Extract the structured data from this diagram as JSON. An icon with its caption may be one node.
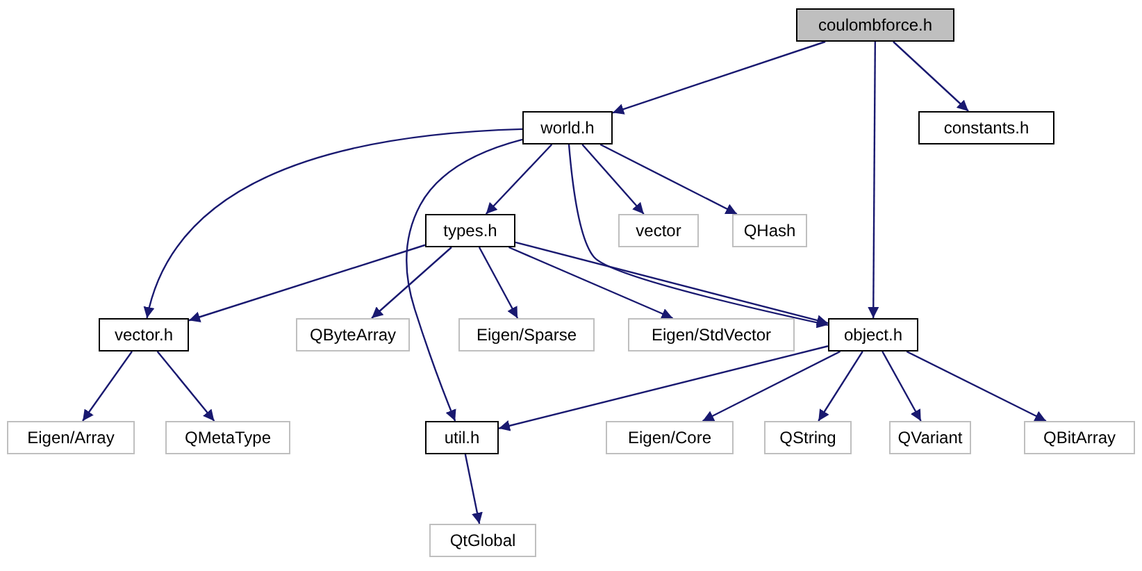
{
  "diagram": {
    "nodes": [
      {
        "text": [
          "coulombforce.h"
        ]
      },
      {
        "text": [
          "world.h"
        ]
      },
      {
        "text": [
          "constants.h"
        ]
      },
      {
        "text": [
          "types.h"
        ]
      },
      {
        "text": [
          "vector"
        ]
      },
      {
        "text": [
          "QHash"
        ]
      },
      {
        "text": [
          "vector.h"
        ]
      },
      {
        "text": [
          "QByteArray"
        ]
      },
      {
        "text": [
          "Eigen/Sparse"
        ]
      },
      {
        "text": [
          "Eigen/StdVector"
        ]
      },
      {
        "text": [
          "object.h"
        ]
      },
      {
        "text": [
          "Eigen/Array"
        ]
      },
      {
        "text": [
          "QMetaType"
        ]
      },
      {
        "text": [
          "util.h"
        ]
      },
      {
        "text": [
          "Eigen/Core"
        ]
      },
      {
        "text": [
          "QString"
        ]
      },
      {
        "text": [
          "QVariant"
        ]
      },
      {
        "text": [
          "QBitArray"
        ]
      },
      {
        "text": [
          "QtGlobal"
        ]
      }
    ],
    "edges": [
      {
        "from": 0,
        "to": 1,
        "arrow": "to"
      },
      {
        "from": 0,
        "to": 10,
        "arrow": "to"
      },
      {
        "from": 0,
        "to": 2,
        "arrow": "to"
      },
      {
        "from": 1,
        "to": 6,
        "arrow": "to"
      },
      {
        "from": 1,
        "to": 13,
        "arrow": "to"
      },
      {
        "from": 1,
        "to": 3,
        "arrow": "to"
      },
      {
        "from": 1,
        "to": 10,
        "arrow": "to"
      },
      {
        "from": 1,
        "to": 4,
        "arrow": "to"
      },
      {
        "from": 1,
        "to": 5,
        "arrow": "to"
      },
      {
        "from": 3,
        "to": 6,
        "arrow": "to"
      },
      {
        "from": 3,
        "to": 7,
        "arrow": "to"
      },
      {
        "from": 3,
        "to": 8,
        "arrow": "to"
      },
      {
        "from": 3,
        "to": 9,
        "arrow": "to"
      },
      {
        "from": 3,
        "to": 10,
        "arrow": "to"
      },
      {
        "from": 6,
        "to": 11,
        "arrow": "to"
      },
      {
        "from": 6,
        "to": 12,
        "arrow": "to"
      },
      {
        "from": 10,
        "to": 13,
        "arrow": "to"
      },
      {
        "from": 10,
        "to": 14,
        "arrow": "to"
      },
      {
        "from": 10,
        "to": 15,
        "arrow": "to"
      },
      {
        "from": 10,
        "to": 16,
        "arrow": "to"
      },
      {
        "from": 10,
        "to": 17,
        "arrow": "to"
      },
      {
        "from": 13,
        "to": 18,
        "arrow": "to"
      }
    ]
  }
}
